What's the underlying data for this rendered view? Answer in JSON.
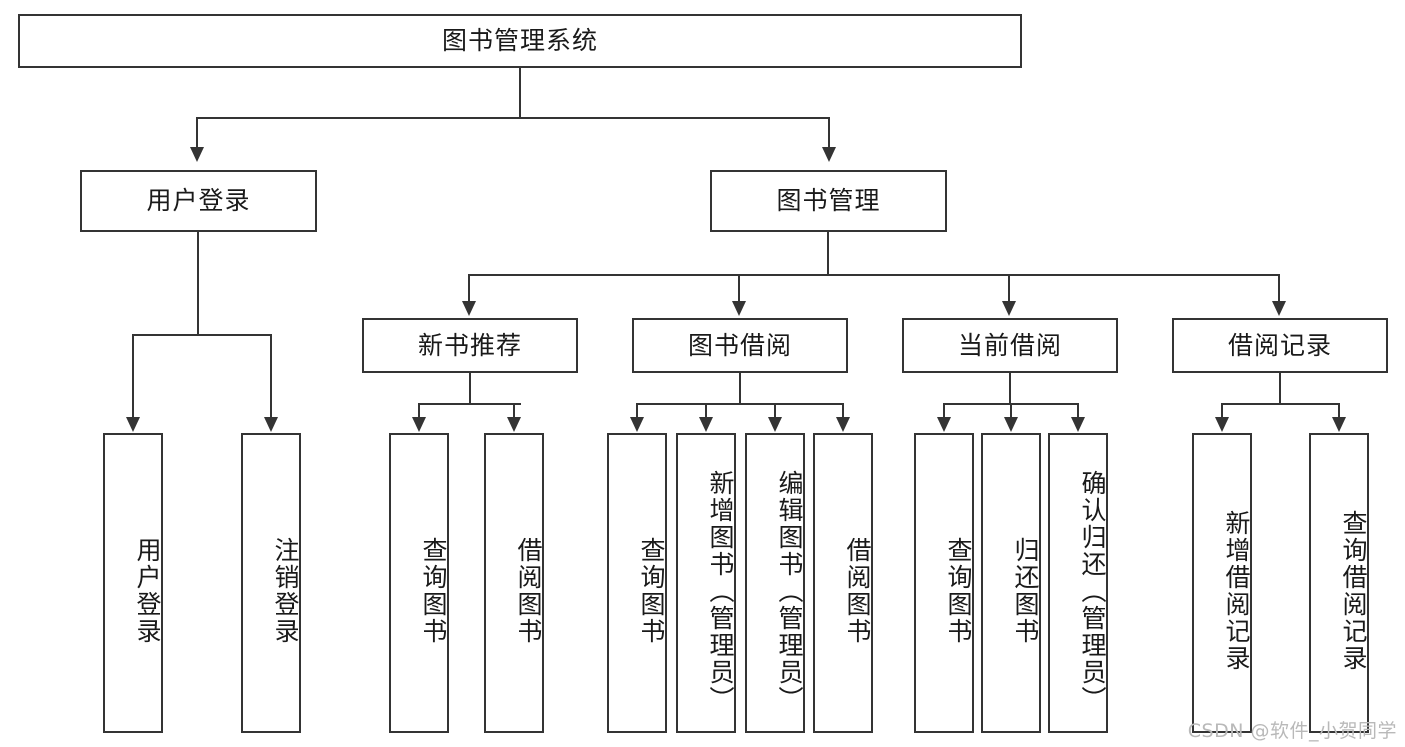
{
  "diagram": {
    "title": "图书管理系统",
    "type": "functional-structure-tree",
    "watermark": "CSDN @软件_小贺同学",
    "colors": {
      "stroke": "#343434",
      "fill": "#ffffff",
      "text": "#1a1a1a",
      "watermark": "#b9b9b9"
    },
    "root": {
      "label": "图书管理系统"
    },
    "level2": [
      {
        "id": "user-login",
        "label": "用户登录"
      },
      {
        "id": "book-management",
        "label": "图书管理"
      }
    ],
    "level3": [
      {
        "id": "new-book-recommend",
        "label": "新书推荐"
      },
      {
        "id": "book-borrow",
        "label": "图书借阅"
      },
      {
        "id": "current-borrow",
        "label": "当前借阅"
      },
      {
        "id": "borrow-record",
        "label": "借阅记录"
      }
    ],
    "leaves": {
      "user_login": [
        {
          "id": "leaf-user-login",
          "label": "用户登录"
        },
        {
          "id": "leaf-logout",
          "label": "注销登录"
        }
      ],
      "new_book_recommend": [
        {
          "id": "leaf-query-book-1",
          "label": "查询图书"
        },
        {
          "id": "leaf-borrow-book-1",
          "label": "借阅图书"
        }
      ],
      "book_borrow": [
        {
          "id": "leaf-query-book-2",
          "label": "查询图书"
        },
        {
          "id": "leaf-add-book",
          "label": "新增图书（管理员）"
        },
        {
          "id": "leaf-edit-book",
          "label": "编辑图书（管理员）"
        },
        {
          "id": "leaf-borrow-book-2",
          "label": "借阅图书"
        }
      ],
      "current_borrow": [
        {
          "id": "leaf-query-book-3",
          "label": "查询图书"
        },
        {
          "id": "leaf-return-book",
          "label": "归还图书"
        },
        {
          "id": "leaf-confirm-return",
          "label": "确认归还（管理员）"
        }
      ],
      "borrow_record": [
        {
          "id": "leaf-add-record",
          "label": "新增借阅记录"
        },
        {
          "id": "leaf-query-record",
          "label": "查询借阅记录"
        }
      ]
    }
  }
}
